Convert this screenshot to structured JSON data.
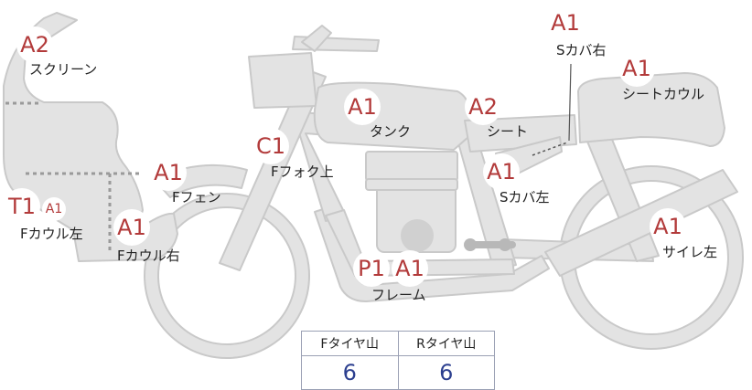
{
  "colors": {
    "body": "#e3e3e3",
    "outline": "#c9c9c9",
    "grade_text": "#b23a3a",
    "tire_value": "#2c3f8f"
  },
  "labels": {
    "screen": "スクリーン",
    "f_cowl_left": "Fカウル左",
    "f_cowl_right": "Fカウル右",
    "f_fender": "Fフェン",
    "f_fork_top": "Fフォク上",
    "tank": "タンク",
    "frame": "フレーム",
    "seat": "シート",
    "s_cover_right": "Sカバ右",
    "seat_cowl": "シートカウル",
    "s_cover_left": "Sカバ左",
    "silencer_left": "サイレ左"
  },
  "grades": {
    "screen": "A2",
    "f_cowl_left_t": "T1",
    "f_cowl_left_a": "A1",
    "f_cowl_right": "A1",
    "f_fender": "A1",
    "f_fork_top": "C1",
    "tank": "A1",
    "frame_p": "P1",
    "frame_a": "A1",
    "seat": "A2",
    "s_cover_right": "A1",
    "seat_cowl": "A1",
    "s_cover_left": "A1",
    "silencer_left": "A1"
  },
  "tire_table": {
    "front_header": "Fタイヤ山",
    "rear_header": "Rタイヤ山",
    "front_value": "6",
    "rear_value": "6"
  }
}
